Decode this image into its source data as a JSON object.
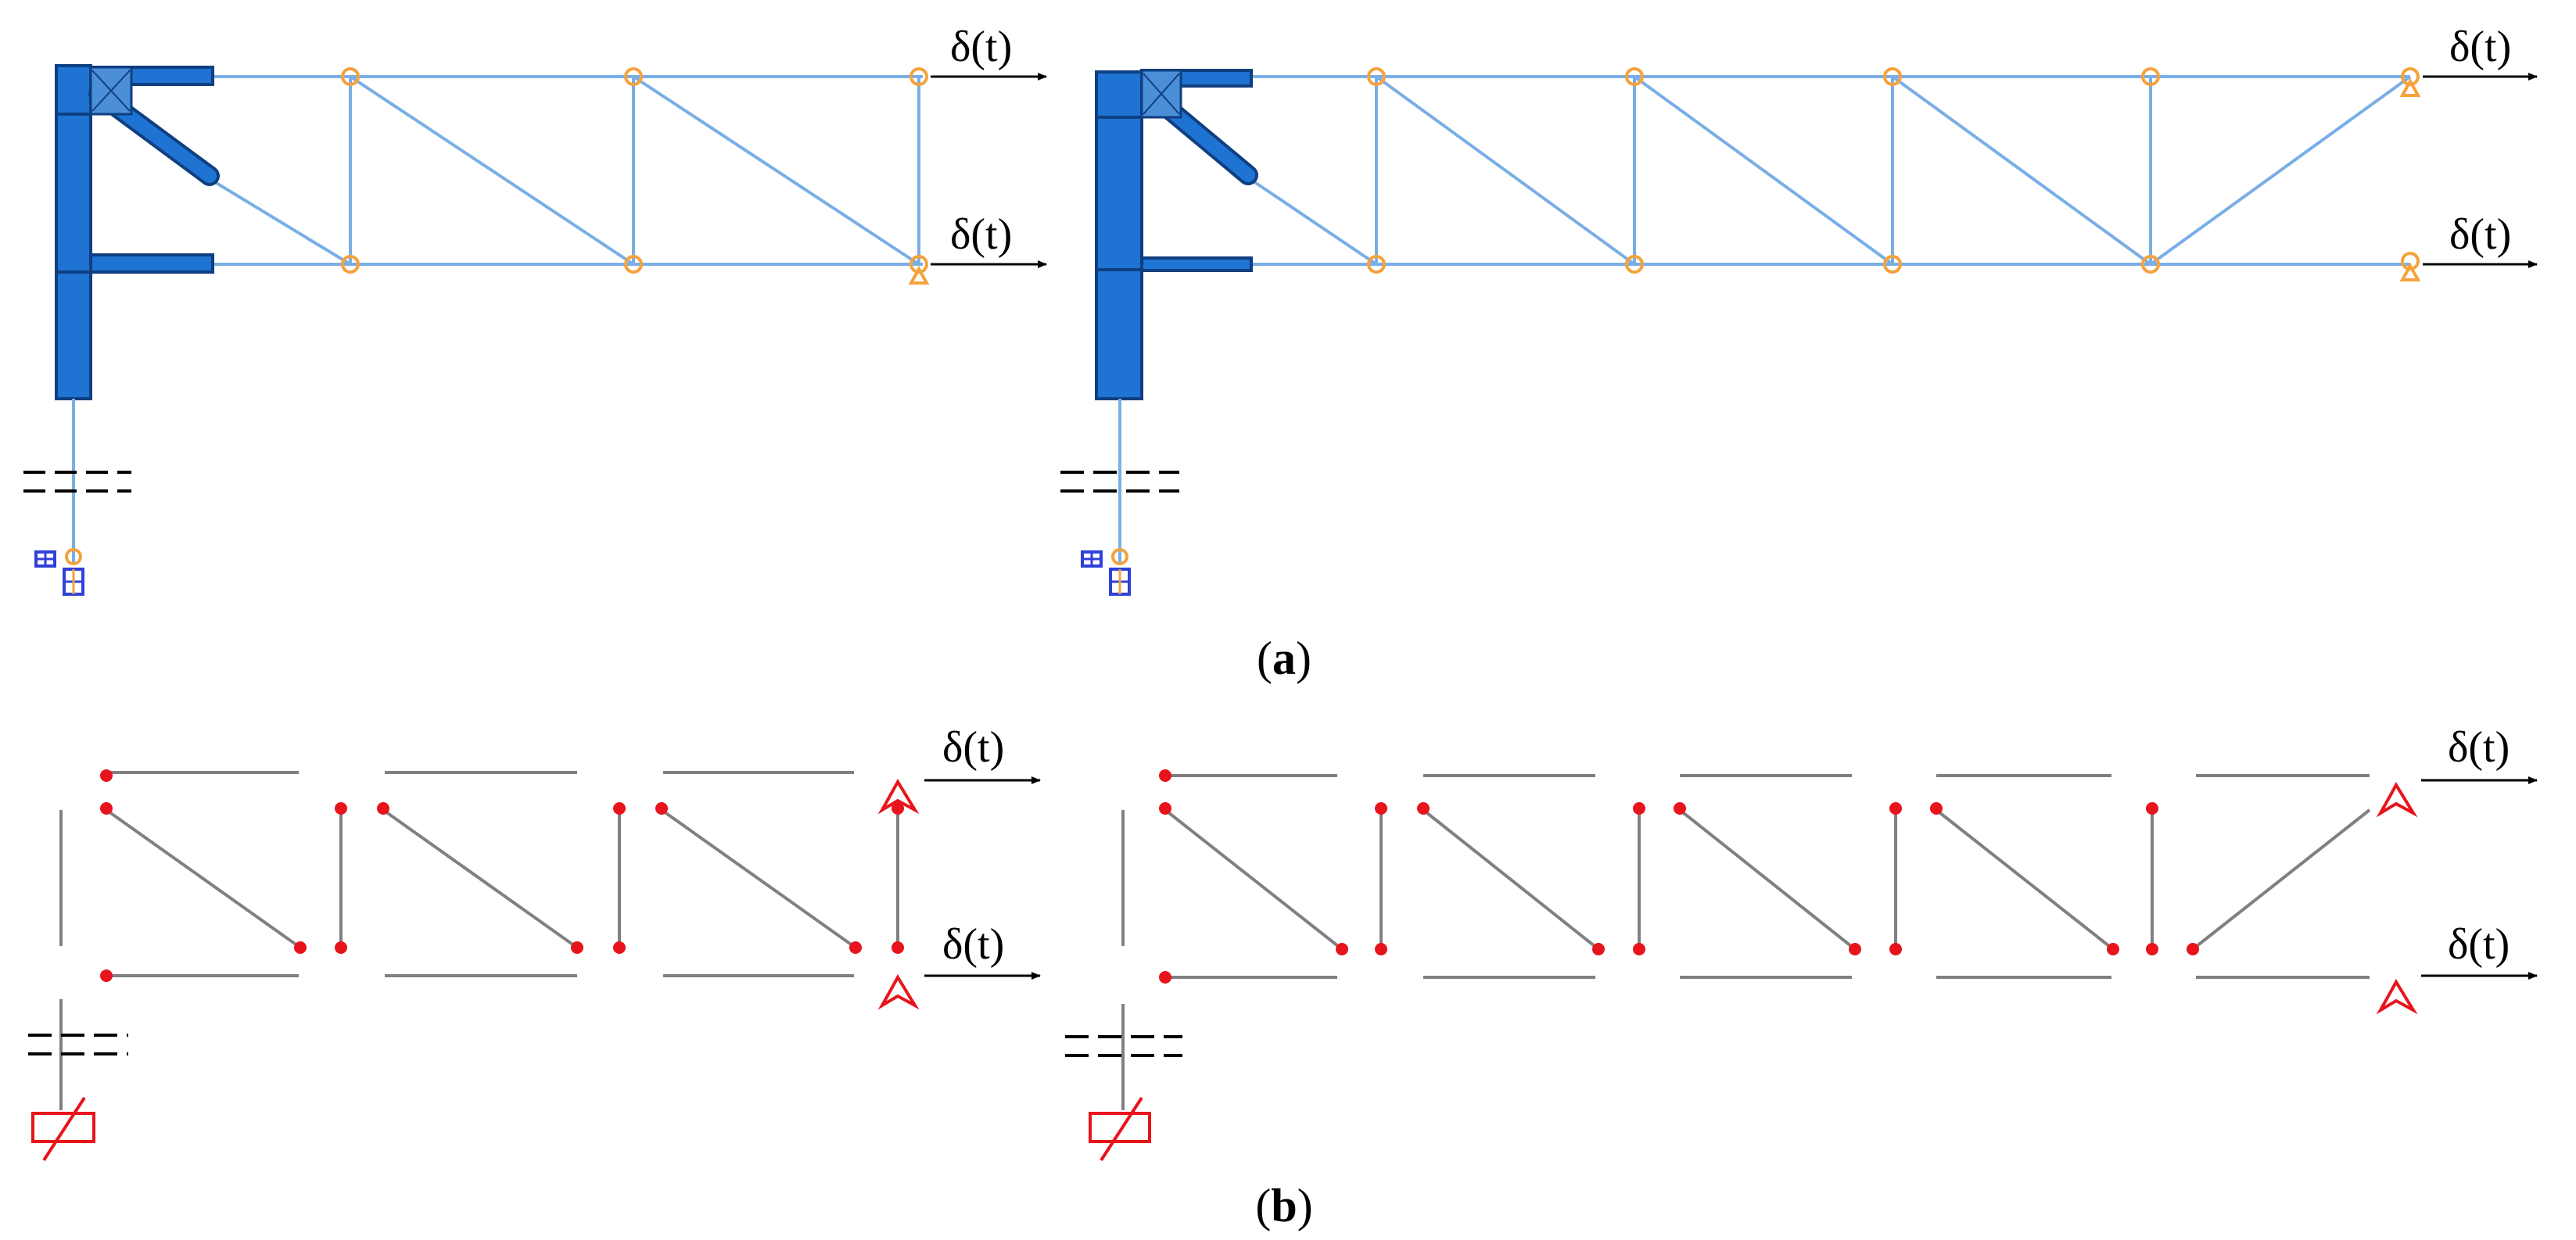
{
  "captions": {
    "a_open": "(",
    "a_letter": "a",
    "a_close": ")",
    "b_open": "(",
    "b_letter": "b",
    "b_close": ")"
  },
  "load_label": "δ(t)",
  "colors": {
    "column": "#1f73d2",
    "column_outline": "#0f3f80",
    "truss_member": "#7aaee6",
    "joint": "#f5a23c",
    "support": "#3040d8",
    "analytical_member": "#808080",
    "analytical_node": "#e8141c",
    "background": "#ffffff"
  },
  "panels": {
    "a_left": "three-bay truss attached to column (FE model)",
    "a_right": "five-bay truss attached to column (FE model)",
    "b_left": "three-bay truss analytical model",
    "b_right": "five-bay truss analytical model"
  }
}
